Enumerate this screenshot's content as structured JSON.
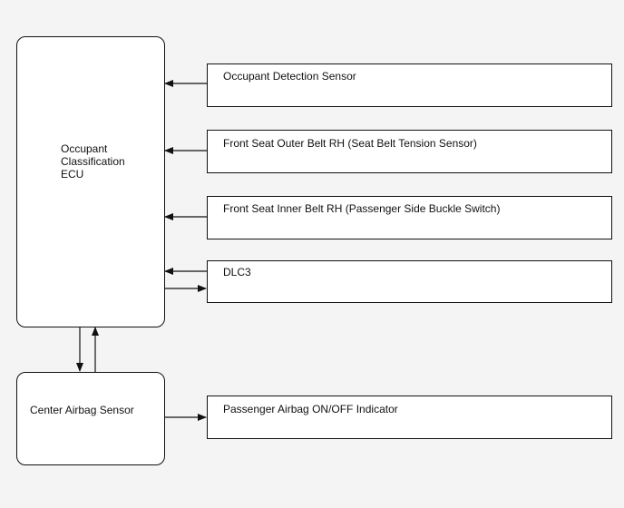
{
  "colors": {
    "line": "#111111",
    "box_fill": "#ffffff",
    "background": "#f4f4f4"
  },
  "nodes": {
    "ecu": "Occupant\nClassification\nECU",
    "airbag_sensor": "Center Airbag Sensor",
    "occupant_detection": "Occupant Detection Sensor",
    "outer_belt": "Front Seat Outer Belt RH (Seat Belt Tension Sensor)",
    "inner_belt": "Front Seat Inner Belt RH (Passenger Side Buckle Switch)",
    "dlc3": "DLC3",
    "indicator": "Passenger Airbag ON/OFF Indicator"
  },
  "edges": [
    {
      "from": "occupant_detection",
      "to": "ecu"
    },
    {
      "from": "outer_belt",
      "to": "ecu"
    },
    {
      "from": "inner_belt",
      "to": "ecu"
    },
    {
      "from": "dlc3",
      "to": "ecu"
    },
    {
      "from": "ecu",
      "to": "dlc3"
    },
    {
      "from": "ecu",
      "to": "airbag_sensor"
    },
    {
      "from": "airbag_sensor",
      "to": "ecu"
    },
    {
      "from": "airbag_sensor",
      "to": "indicator"
    }
  ]
}
